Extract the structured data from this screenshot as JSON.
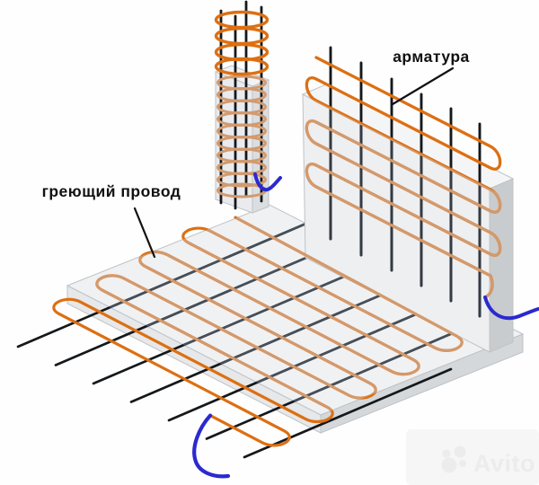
{
  "diagram": {
    "labels": {
      "heating_wire": "греющий провод",
      "rebar": "арматура"
    },
    "watermark": {
      "brand": "Avito"
    },
    "colors": {
      "background": "#fefefe",
      "wire_bright": "#dd6f12",
      "wire_faded": "#d29a6e",
      "rebar_black": "#15181b",
      "rebar_faded_floor": "#46505b",
      "rebar_faded_wall": "#343b44",
      "blue_wire": "#2a2ad0",
      "slab_top": "#f0f1f3",
      "slab_left_face": "#e6e8ea",
      "slab_right_face": "#d5d8da",
      "wall_face": "#edeff1",
      "wall_side": "#c9ccce",
      "wall_top": "#f4f5f6",
      "column_left_face": "#e9ebee",
      "column_right_face": "#dbdee1",
      "column_top": "#f2f3f5",
      "edge_line": "#bfc3c7",
      "label_text": "#111111",
      "watermark_fg": "#ececec",
      "watermark_bg": "#f6f6f6"
    }
  }
}
